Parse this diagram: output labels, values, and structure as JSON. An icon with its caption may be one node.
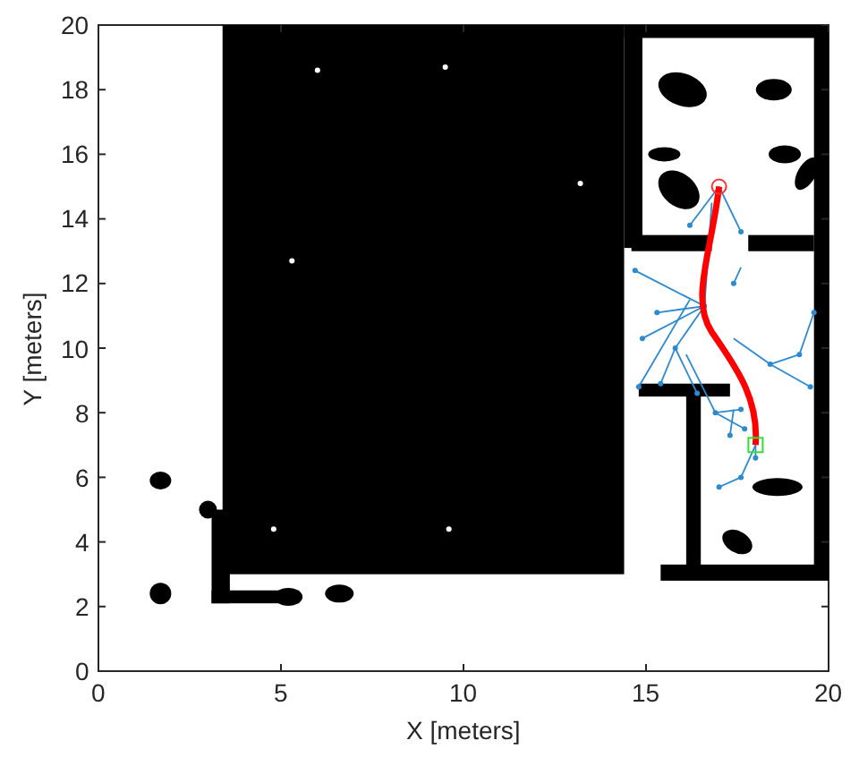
{
  "diagram": {
    "labels": [
      "20",
      "18",
      "16",
      "14",
      "12",
      "10",
      "8",
      "6",
      "4",
      "2",
      "0",
      "Y [meters]",
      "0",
      "5",
      "10",
      "15",
      "20",
      "X [meters]"
    ]
  }
}
